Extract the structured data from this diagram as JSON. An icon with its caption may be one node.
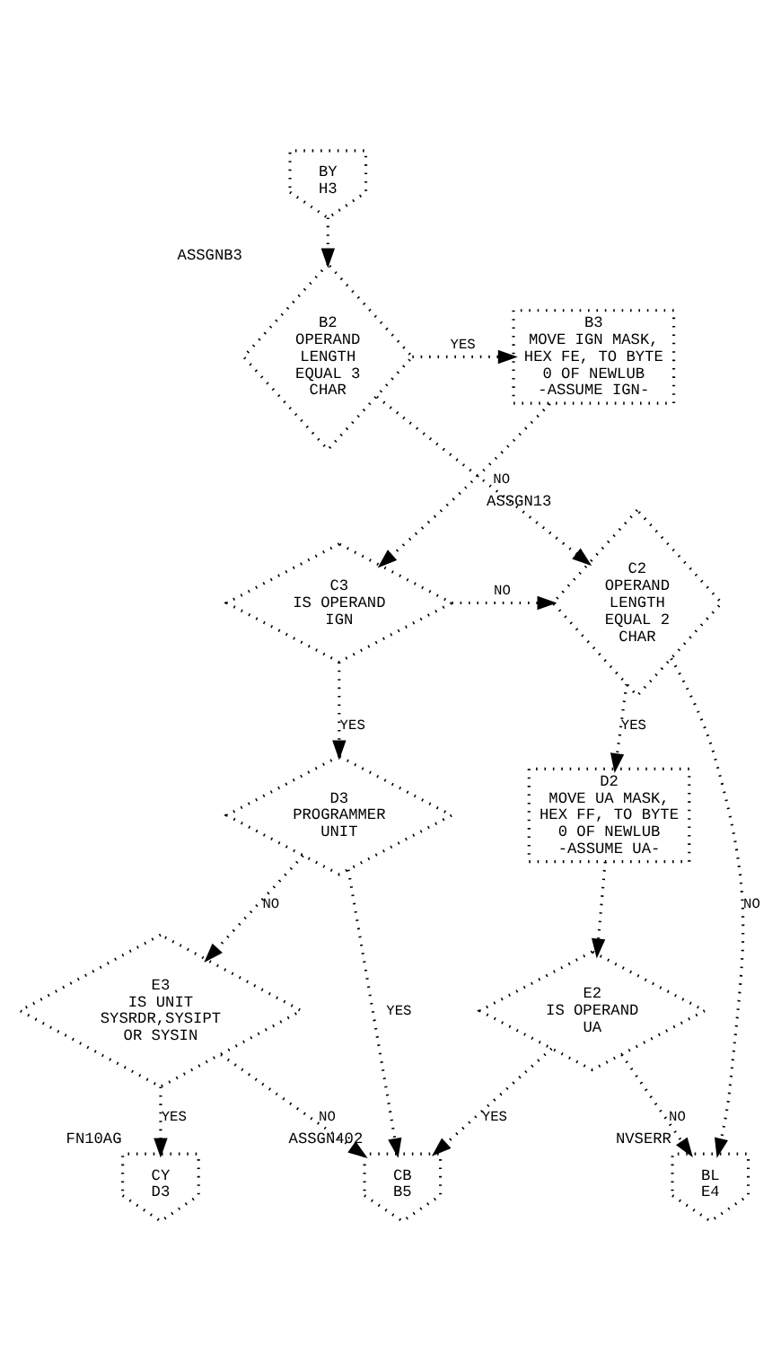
{
  "diagram": {
    "nodes": [
      {
        "text": [
          "BY",
          "H3"
        ]
      },
      {
        "text": [
          "B2",
          "OPERAND LENGTH EQUAL 3 CHAR"
        ],
        "beside": [
          "ASSGNB3"
        ]
      },
      {
        "text": [
          "B3",
          "MOVE IGN MASK, HEX FE, TO BYTE 0 OF NEWLUB -ASSUME IGN-"
        ]
      },
      {
        "text": [
          "C2",
          "OPERAND LENGTH EQUAL 2 CHAR"
        ],
        "beside": [
          "ASSGN13"
        ]
      },
      {
        "text": [
          "C3",
          "IS OPERAND IGN"
        ]
      },
      {
        "text": [
          "D2",
          "MOVE UA MASK, HEX FF, TO BYTE 0 OF NEWLUB -ASSUME UA-"
        ]
      },
      {
        "text": [
          "D3",
          "PROGRAMMER UNIT"
        ]
      },
      {
        "text": [
          "E2",
          "IS OPERAND UA"
        ]
      },
      {
        "text": [
          "E3",
          "IS UNIT SYSRDR,SYSIPT OR SYSIN"
        ]
      },
      {
        "text": [
          "BL",
          "E4"
        ],
        "beside": [
          "NVSERR"
        ]
      },
      {
        "text": [
          "CB",
          "B5"
        ],
        "beside": [
          "ASSGN402"
        ]
      },
      {
        "text": [
          "CY",
          "D3"
        ],
        "beside": [
          "FN10AG"
        ]
      }
    ],
    "edges": [
      {
        "from": 0,
        "to": 1,
        "arrow": "to"
      },
      {
        "from": 1,
        "to": 2,
        "arrow": "to",
        "label": "YES"
      },
      {
        "from": 1,
        "to": 3,
        "arrow": "to",
        "label": "NO"
      },
      {
        "from": 2,
        "to": 4,
        "arrow": "to"
      },
      {
        "from": 4,
        "to": 3,
        "arrow": "to",
        "label": "NO"
      },
      {
        "from": 3,
        "to": 9,
        "arrow": "to",
        "label": "NO"
      },
      {
        "from": 3,
        "to": 5,
        "arrow": "to",
        "label": "YES"
      },
      {
        "from": 4,
        "to": 6,
        "arrow": "to",
        "label": "YES"
      },
      {
        "from": 5,
        "to": 7,
        "arrow": "to"
      },
      {
        "from": 6,
        "to": 10,
        "arrow": "to",
        "label": "YES"
      },
      {
        "from": 6,
        "to": 8,
        "arrow": "to",
        "label": "NO"
      },
      {
        "from": 7,
        "to": 9,
        "arrow": "to",
        "label": "NO"
      },
      {
        "from": 7,
        "to": 10,
        "arrow": "to",
        "label": "YES"
      },
      {
        "from": 8,
        "to": 10,
        "arrow": "to",
        "label": "NO"
      },
      {
        "from": 8,
        "to": 11,
        "arrow": "to",
        "label": "YES"
      }
    ]
  }
}
